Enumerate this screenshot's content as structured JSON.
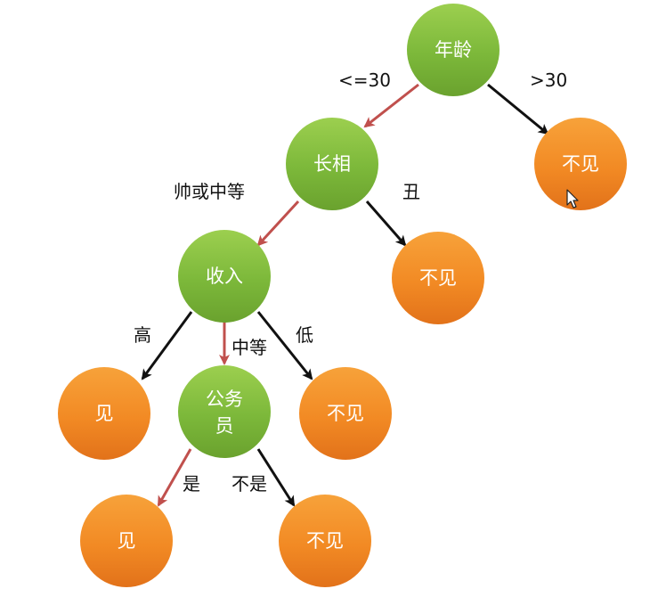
{
  "colors": {
    "decision_node": "#7cb83a",
    "leaf_node": "#f28a24",
    "chosen_edge": "#c0504d",
    "other_edge": "#111111",
    "node_text": "#ffffff"
  },
  "nodes": {
    "age": "年龄",
    "age_gt30": "不见",
    "looks": "长相",
    "looks_ugly": "不见",
    "income": "收入",
    "income_high": "见",
    "civil_servant_line1": "公务",
    "civil_servant_line2": "员",
    "income_low": "不见",
    "cs_yes": "见",
    "cs_no": "不见"
  },
  "edges": {
    "age_le30": "<=30",
    "age_gt30": ">30",
    "looks_good": "帅或中等",
    "looks_ugly": "丑",
    "income_high": "高",
    "income_mid": "中等",
    "income_low": "低",
    "cs_yes": "是",
    "cs_no": "不是"
  },
  "cursor_icon": "mouse-pointer-icon"
}
